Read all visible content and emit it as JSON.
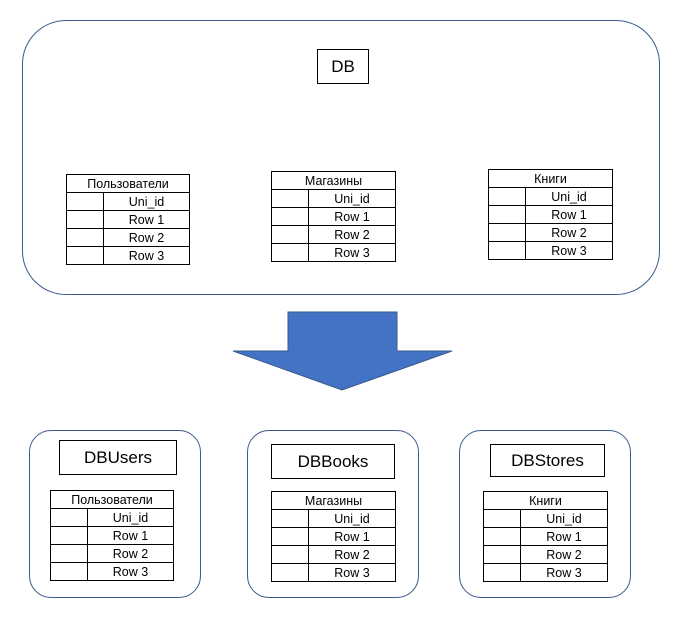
{
  "top": {
    "db_label": "DB",
    "tables": [
      {
        "title": "Пользователи",
        "rows": [
          "Uni_id",
          "Row 1",
          "Row 2",
          "Row 3"
        ]
      },
      {
        "title": "Магазины",
        "rows": [
          "Uni_id",
          "Row 1",
          "Row 2",
          "Row 3"
        ]
      },
      {
        "title": "Книги",
        "rows": [
          "Uni_id",
          "Row 1",
          "Row 2",
          "Row 3"
        ]
      }
    ]
  },
  "bottom": [
    {
      "db_label": "DBUsers",
      "table": {
        "title": "Пользователи",
        "rows": [
          "Uni_id",
          "Row 1",
          "Row 2",
          "Row 3"
        ]
      }
    },
    {
      "db_label": "DBBooks",
      "table": {
        "title": "Магазины",
        "rows": [
          "Uni_id",
          "Row 1",
          "Row 2",
          "Row 3"
        ]
      }
    },
    {
      "db_label": "DBStores",
      "table": {
        "title": "Книги",
        "rows": [
          "Uni_id",
          "Row 1",
          "Row 2",
          "Row 3"
        ]
      }
    }
  ],
  "colors": {
    "arrow": "#4472C4",
    "border": "#3a5a8c"
  }
}
